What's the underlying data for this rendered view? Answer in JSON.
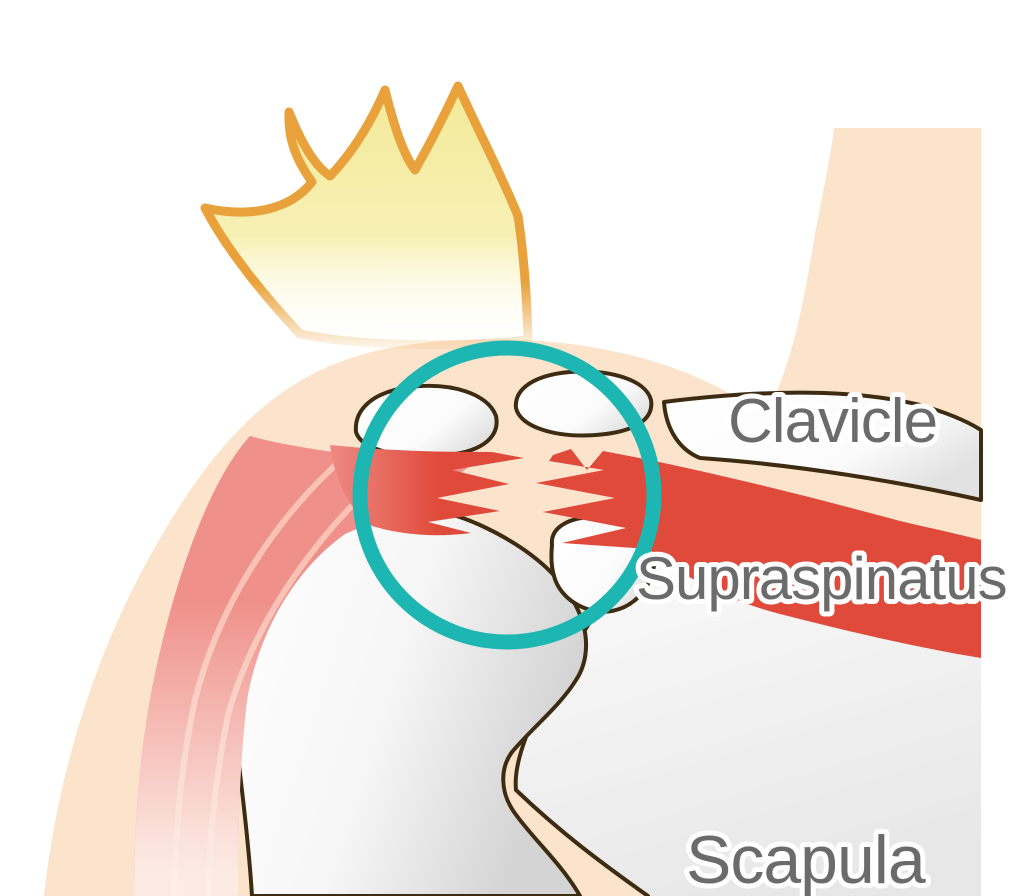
{
  "figure": {
    "title": "Shoulder joint illustration with supraspinatus tendon tear",
    "labels": {
      "clavicle": "Clavicle",
      "supraspinatus": "Supraspinatus",
      "scapula": "Scapula"
    },
    "icons": [
      {
        "name": "pain-flash-icon",
        "meaning": "pain / impact starburst above the shoulder"
      },
      {
        "name": "tear-highlight-ring",
        "meaning": "teal circle highlighting the torn tendon"
      }
    ],
    "colors": {
      "background": "#ffffff",
      "skin": "#fce3cb",
      "muscle_red": "#e04a3a",
      "deltoid_salmon": "#ef908a",
      "deltoid_stripe": "#f8c2b5",
      "bone_outline_brown": "#3e2c12",
      "bone_white": "#ffffff",
      "scapula_gray": "#ececec",
      "highlight_teal": "#1eb6b2",
      "flash_yellow": "#f2e997",
      "flash_orange": "#e9a23b",
      "label_gray": "#6b6b6b",
      "label_outline": "#ffffff"
    }
  }
}
